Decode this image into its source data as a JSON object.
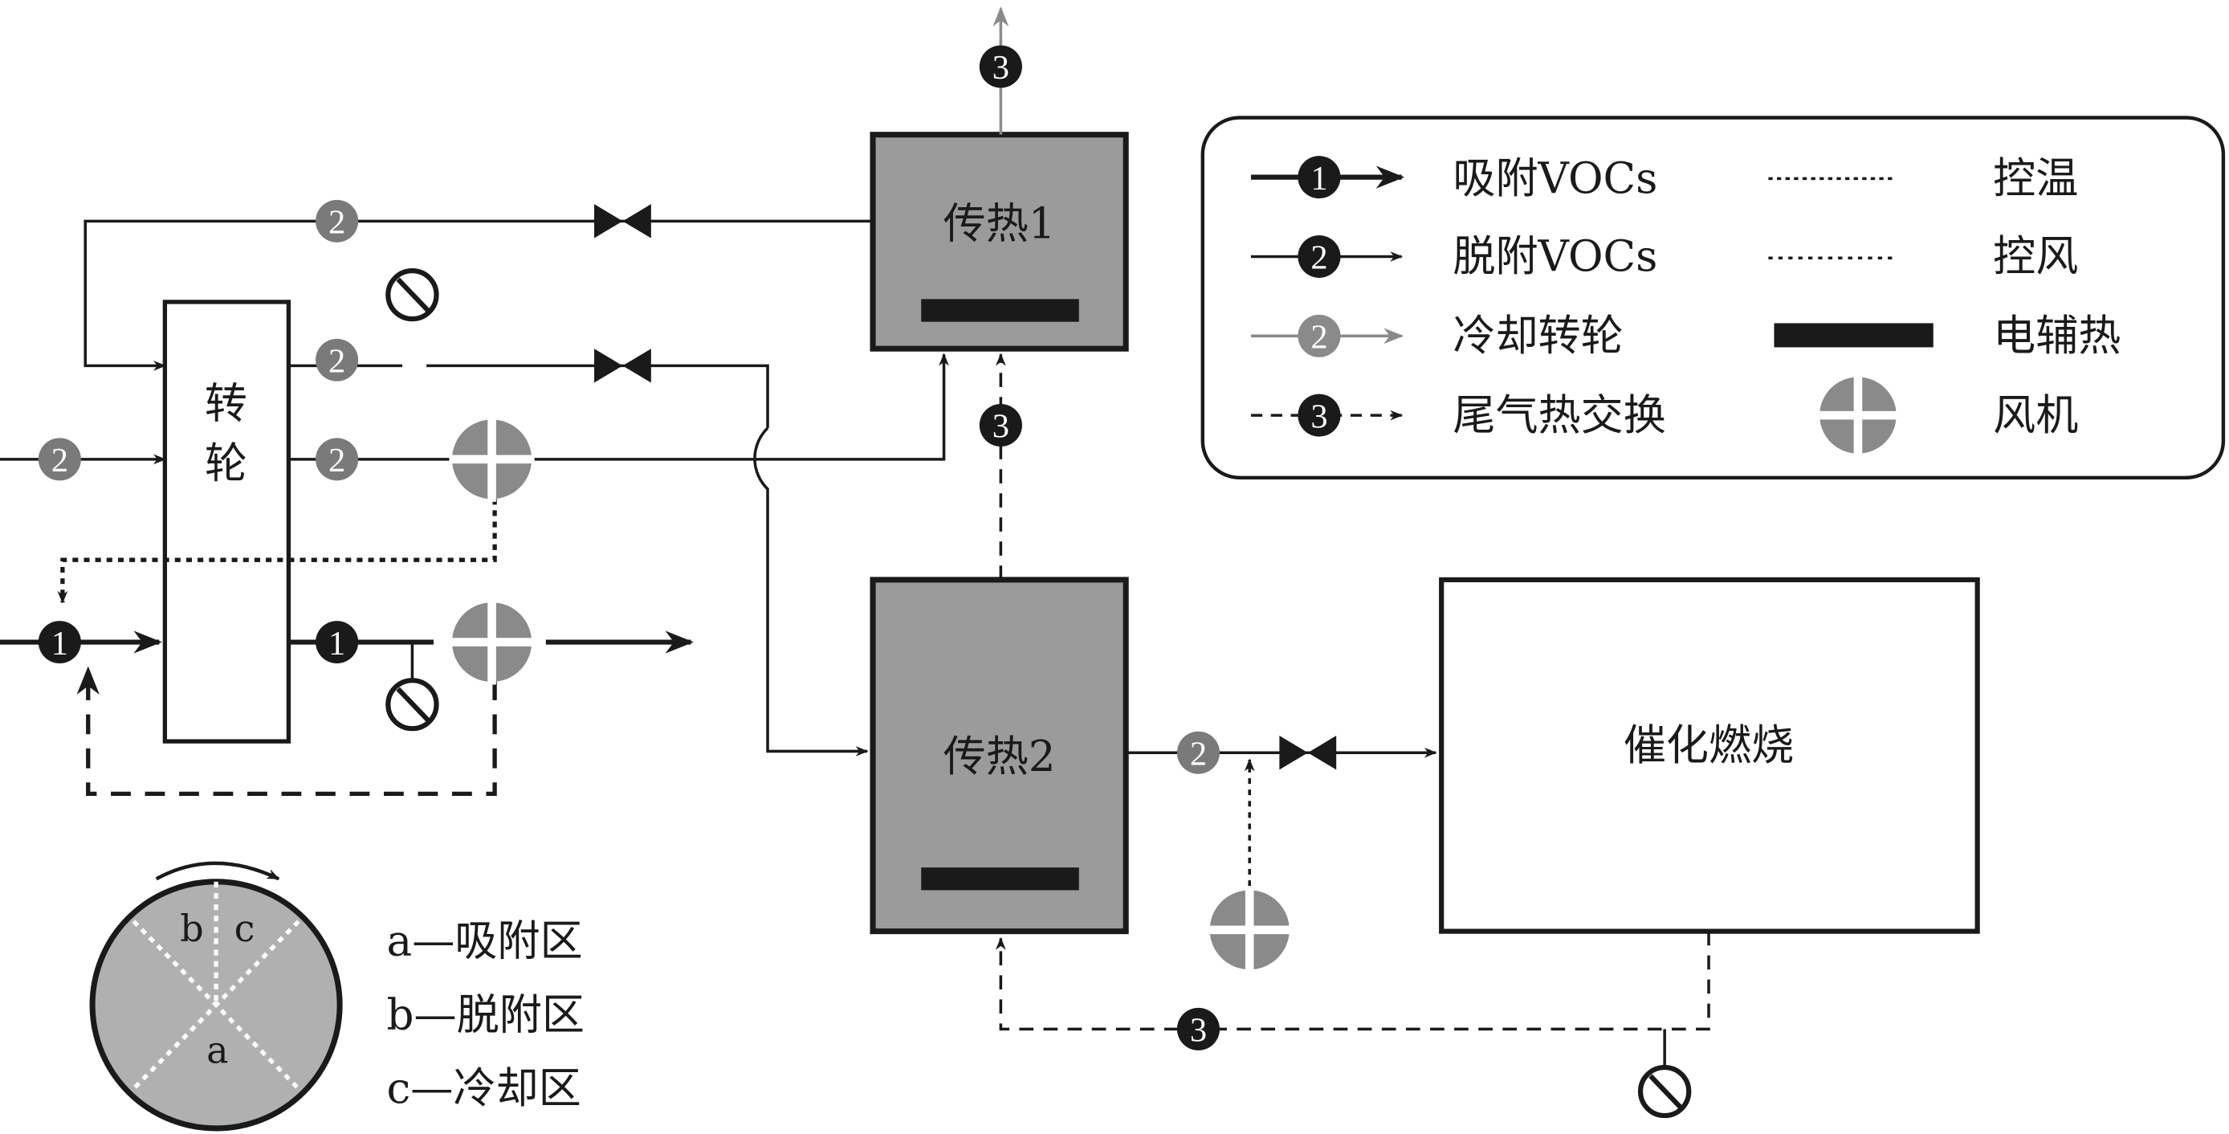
{
  "diagram": {
    "units": {
      "wheel": "转轮",
      "hx1": "传热1",
      "hx2": "传热2",
      "catalytic": "催化燃烧"
    },
    "markers": {
      "adsorb": "1",
      "desorb": "2",
      "exhaust": "3"
    },
    "legend": {
      "left": [
        {
          "marker": "1",
          "style": "solid-black-thick",
          "label": "吸附VOCs"
        },
        {
          "marker": "2",
          "style": "solid-black",
          "label": "脱附VOCs"
        },
        {
          "marker": "2",
          "style": "solid-gray",
          "label": "冷却转轮"
        },
        {
          "marker": "3",
          "style": "dashed-black",
          "label": "尾气热交换"
        }
      ],
      "right": [
        {
          "symbol": "dotted-line",
          "label": "控温"
        },
        {
          "symbol": "dotted-line-fine",
          "label": "控风"
        },
        {
          "symbol": "heater-bar",
          "label": "电辅热"
        },
        {
          "symbol": "fan",
          "label": "风机"
        }
      ]
    },
    "wheel_inset": {
      "zones": [
        {
          "letter": "a",
          "label": "a—吸附区"
        },
        {
          "letter": "b",
          "label": "b—脱附区"
        },
        {
          "letter": "c",
          "label": "c—冷却区"
        }
      ]
    },
    "colors": {
      "line": "#1a1a1a",
      "gray_marker": "#8a8a8a",
      "hx_fill": "#9b9b9b",
      "wheel_fill": "#b0b0b0",
      "fan": "#8a8a8a"
    }
  }
}
